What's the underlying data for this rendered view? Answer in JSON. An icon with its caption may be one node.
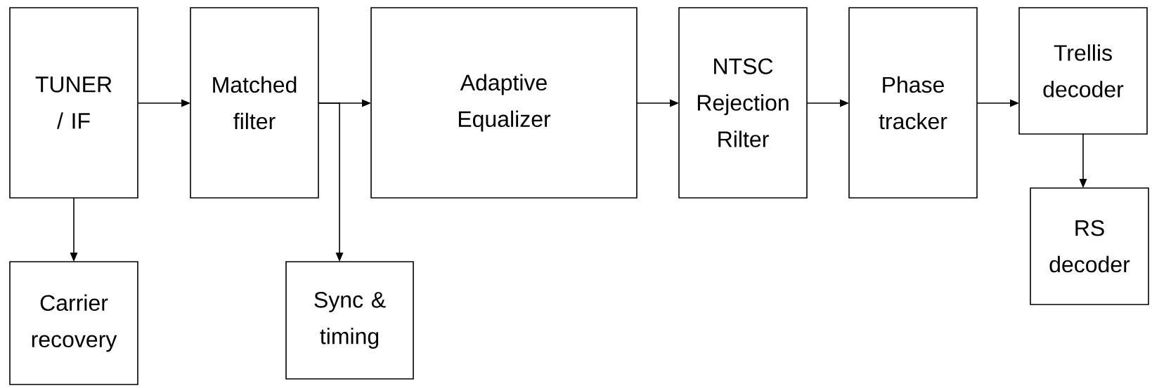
{
  "diagram": {
    "nodes": [
      {
        "text": [
          "TUNER / IF"
        ]
      },
      {
        "text": [
          "Matched filter"
        ]
      },
      {
        "text": [
          "Adaptive Equalizer"
        ]
      },
      {
        "text": [
          "NTSC Rejection Rilter"
        ]
      },
      {
        "text": [
          "Phase tracker"
        ]
      },
      {
        "text": [
          "Trellis decoder"
        ]
      },
      {
        "text": [
          "RS decoder"
        ]
      },
      {
        "text": [
          "Carrier recovery"
        ]
      },
      {
        "text": [
          "Sync & timing"
        ]
      }
    ],
    "edges": [
      {
        "from": 0,
        "to": 1,
        "arrow": "to"
      },
      {
        "from": 1,
        "to": 2,
        "arrow": "to"
      },
      {
        "from": 2,
        "to": 3,
        "arrow": "to"
      },
      {
        "from": 3,
        "to": 4,
        "arrow": "to"
      },
      {
        "from": 4,
        "to": 5,
        "arrow": "to"
      },
      {
        "from": 5,
        "to": 6,
        "arrow": "to"
      },
      {
        "from": 0,
        "to": 7,
        "arrow": "to"
      },
      {
        "from": 1,
        "to": 8,
        "arrow": "to"
      }
    ]
  }
}
